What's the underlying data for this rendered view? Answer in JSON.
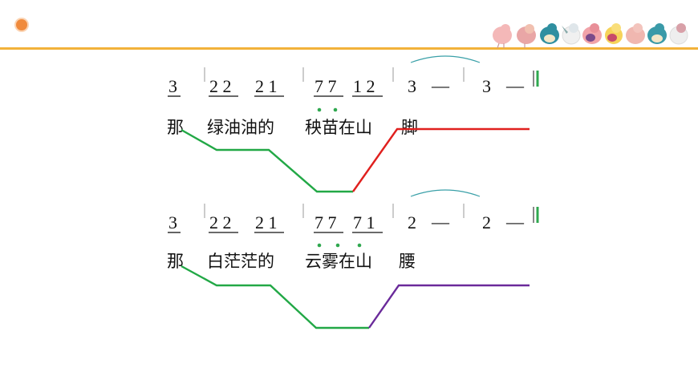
{
  "colors": {
    "accent_orange": "#f08a3c",
    "header_line": "#f2b23a",
    "contour_green": "#22a846",
    "contour_red": "#e0201e",
    "contour_purple": "#6a2a9a",
    "dot_green": "#2fa84f"
  },
  "header": {
    "icon": "orange-circle-icon",
    "decoration": "birds-illustration"
  },
  "lines": [
    {
      "notes": [
        "3",
        "2 2",
        "2 1",
        "7 7",
        "1 2",
        "3",
        "—",
        "3",
        "—"
      ],
      "lyrics": [
        "那",
        "绿油油的",
        "秧苗在山",
        "脚"
      ]
    },
    {
      "notes": [
        "3",
        "2 2",
        "2 1",
        "7 7",
        "7 1",
        "2",
        "—",
        "2",
        "—"
      ],
      "lyrics": [
        "那",
        "白茫茫的",
        "云雾在山",
        "腰"
      ]
    }
  ]
}
